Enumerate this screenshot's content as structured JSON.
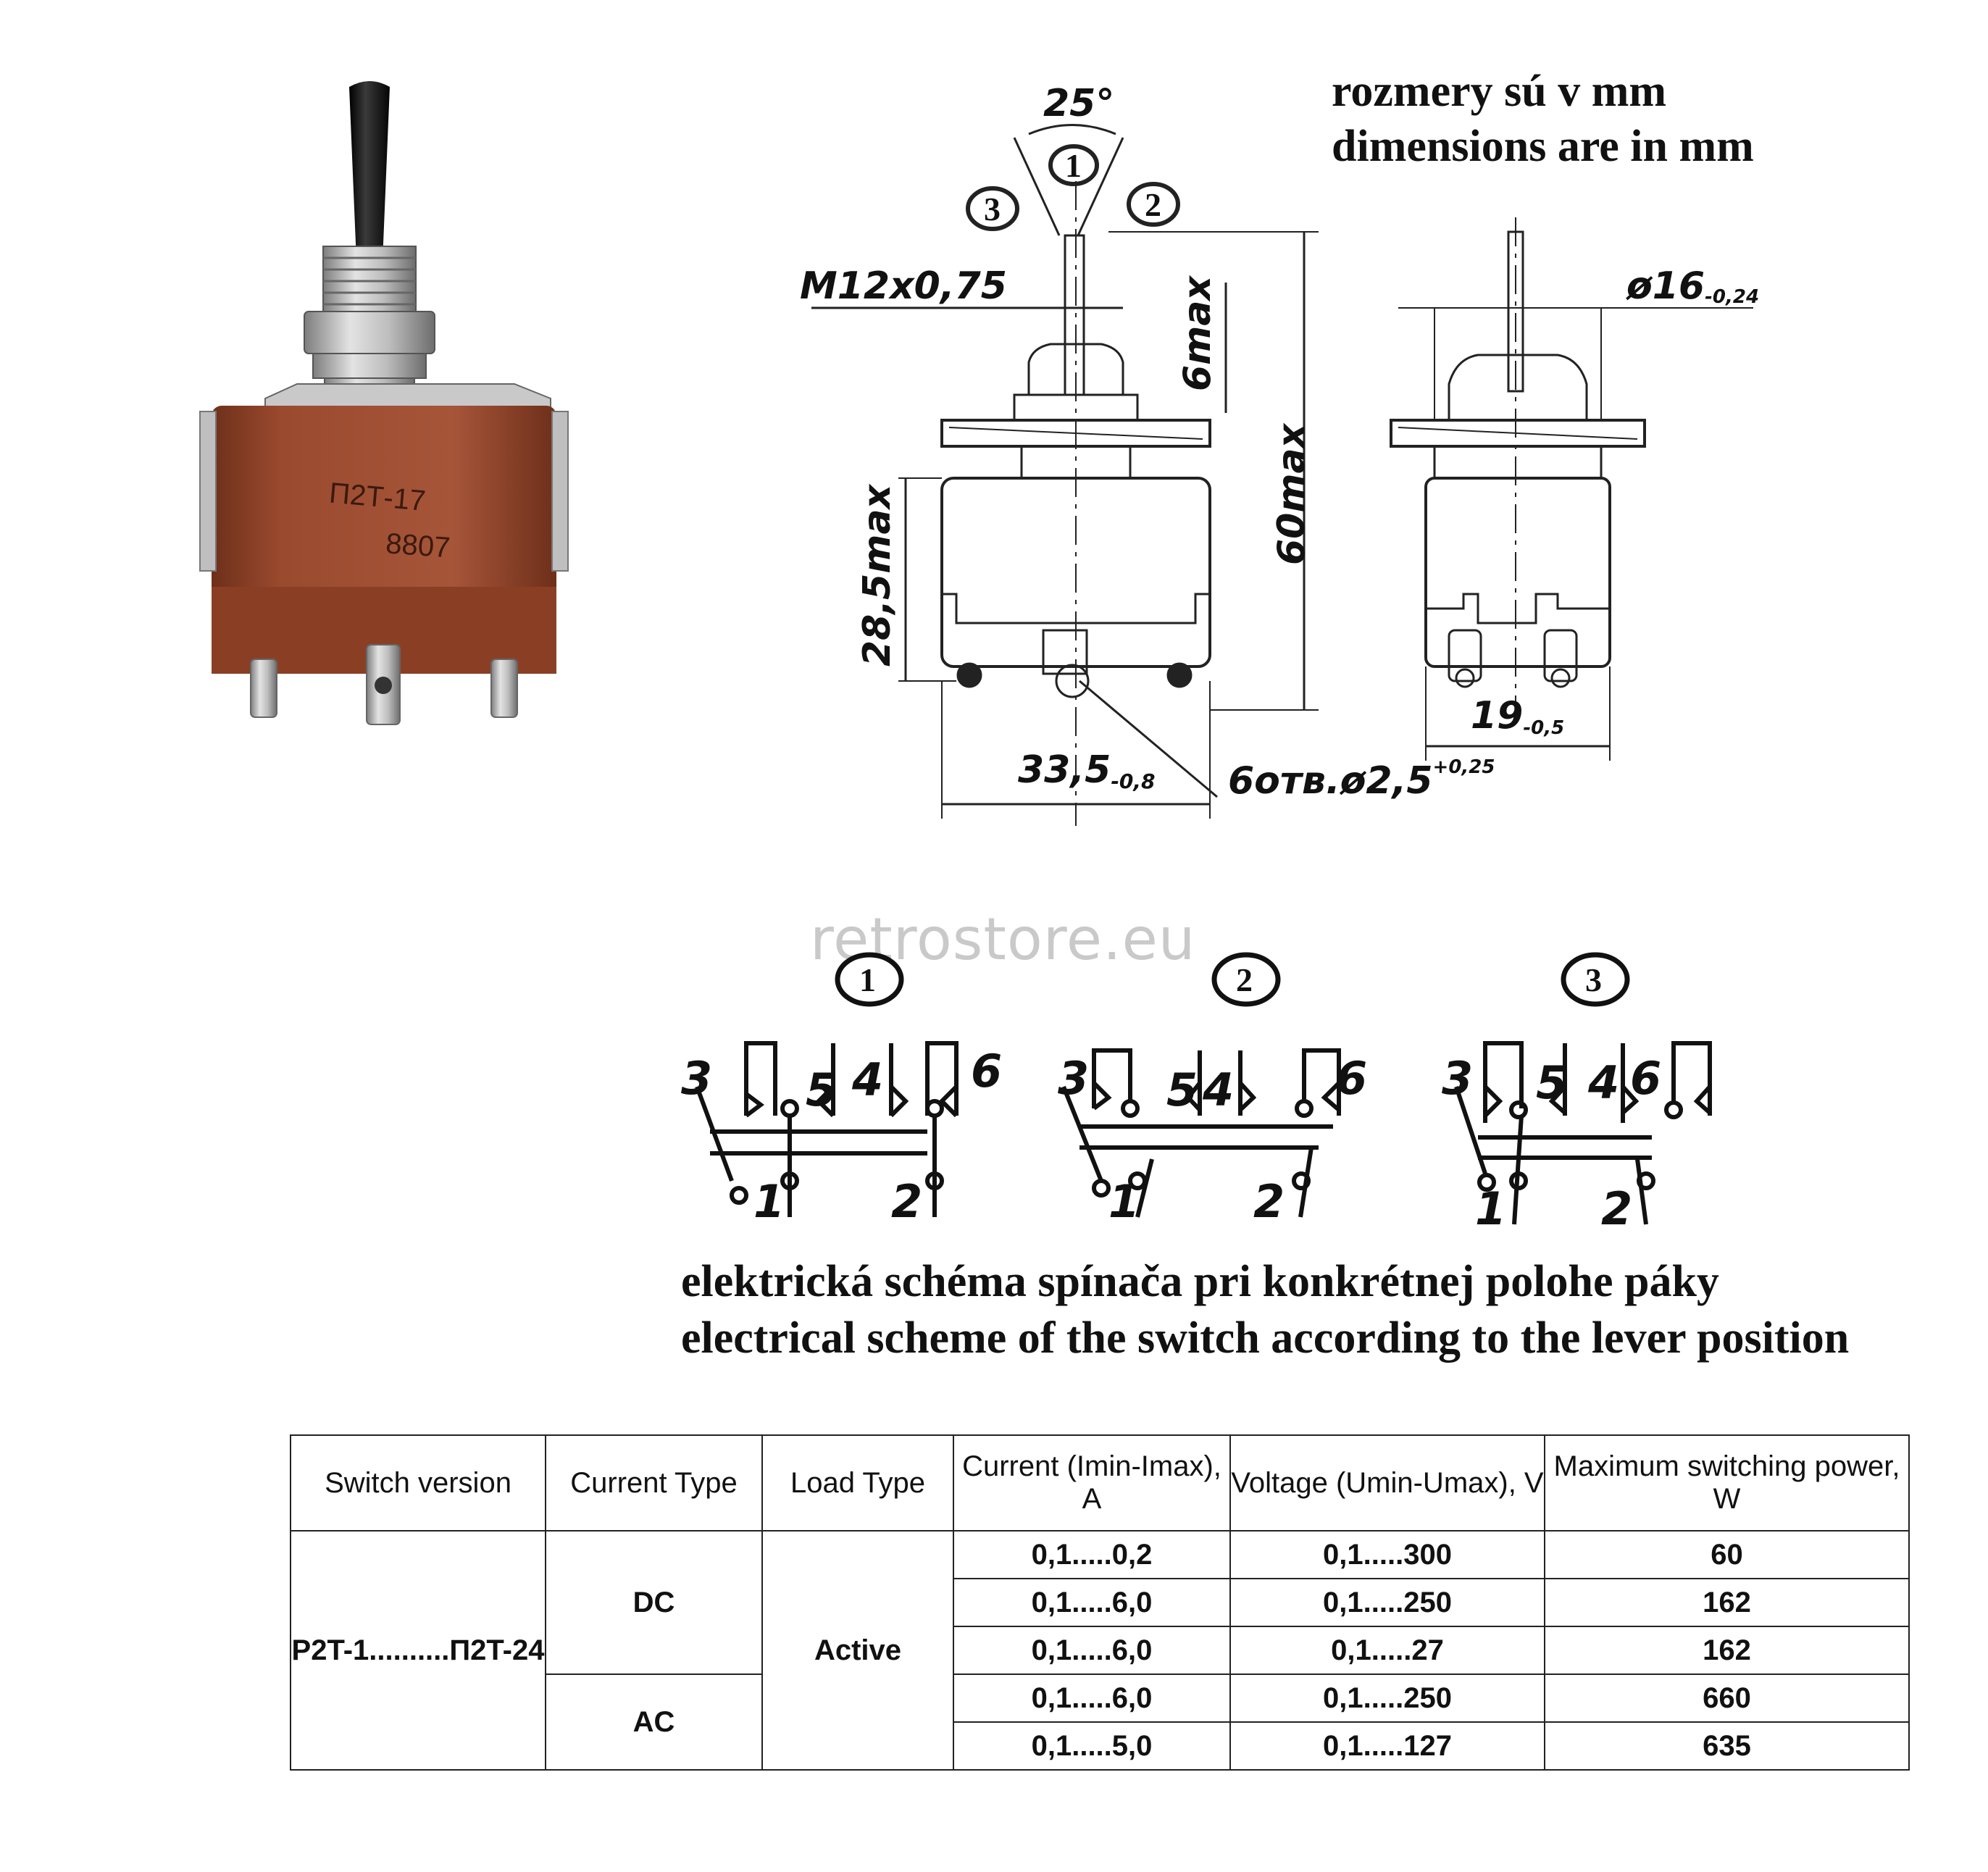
{
  "photo": {
    "marking_line1": "П2Т-17",
    "marking_line2": "8807"
  },
  "dimension_note": {
    "line1": "rozmery sú v mm",
    "line2": "dimensions are in mm"
  },
  "drawing": {
    "angle": "25°",
    "positions": [
      "1",
      "2",
      "3"
    ],
    "thread": "M12x0,75",
    "lever_height": "6max",
    "total_height": "60max",
    "body_height": "28,5max",
    "body_width": "33,5",
    "body_width_tol": "-0,8",
    "hole": "6отв.ø2,5",
    "hole_tol": "+0,25",
    "diameter": "ø16",
    "diameter_tol": "-0,24",
    "side_width": "19",
    "side_width_tol": "-0,5"
  },
  "watermark": "retrostore.eu",
  "schemes": [
    {
      "position": "1",
      "terminals": [
        "3",
        "5",
        "4",
        "6",
        "1",
        "2"
      ]
    },
    {
      "position": "2",
      "terminals": [
        "3",
        "5",
        "4",
        "6",
        "1",
        "2"
      ]
    },
    {
      "position": "3",
      "terminals": [
        "3",
        "5",
        "4",
        "6",
        "1",
        "2"
      ]
    }
  ],
  "caption": {
    "line1": "elektrická schéma spínača pri konkrétnej polohe páky",
    "line2": "electrical scheme of the switch according to the lever position"
  },
  "table": {
    "headers": [
      "Switch version",
      "Current Type",
      "Load Type",
      "Current (Imin-Imax), A",
      "Voltage (Umin-Umax), V",
      "Maximum switching power, W"
    ],
    "switch_version": "P2T-1..........П2T-24",
    "load_type": "Active",
    "groups": [
      {
        "current_type": "DC",
        "rows": [
          {
            "current": "0,1.....0,2",
            "voltage": "0,1.....300",
            "power": "60"
          },
          {
            "current": "0,1.....6,0",
            "voltage": "0,1.....250",
            "power": "162"
          },
          {
            "current": "0,1.....6,0",
            "voltage": "0,1.....27",
            "power": "162"
          }
        ]
      },
      {
        "current_type": "AC",
        "rows": [
          {
            "current": "0,1.....6,0",
            "voltage": "0,1.....250",
            "power": "660"
          },
          {
            "current": "0,1.....5,0",
            "voltage": "0,1.....127",
            "power": "635"
          }
        ]
      }
    ]
  },
  "colors": {
    "body": "#9a4a2e",
    "body_dark": "#6e2f1a",
    "metal": "#b8b8b8",
    "lever": "#151515"
  }
}
